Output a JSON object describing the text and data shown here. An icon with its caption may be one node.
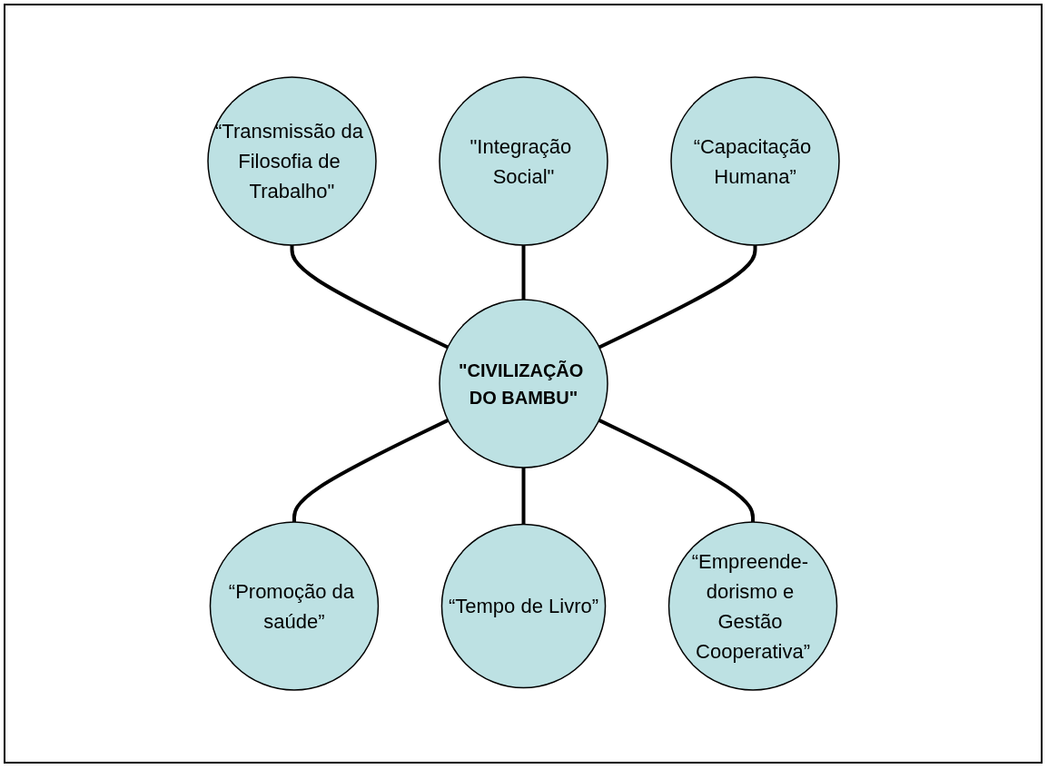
{
  "diagram": {
    "nodes": [
      {
        "text": [
          "“Transmissão da Filosofia de Trabalho\""
        ]
      },
      {
        "text": [
          "\"Integração Social\""
        ]
      },
      {
        "text": [
          "“Capacitação Humana”"
        ]
      },
      {
        "text": [
          "\"CIVILIZAÇÃO DO BAMBU\""
        ]
      },
      {
        "text": [
          "“Promoção da saúde”"
        ]
      },
      {
        "text": [
          "“Tempo de Livro”"
        ]
      },
      {
        "text": [
          "“Empreende- dorismo e Gestão Cooperativa”"
        ]
      }
    ],
    "edges": [
      {
        "from": 0,
        "to": 3,
        "arrow": "none"
      },
      {
        "from": 1,
        "to": 3,
        "arrow": "none"
      },
      {
        "from": 2,
        "to": 3,
        "arrow": "none"
      },
      {
        "from": 3,
        "to": 4,
        "arrow": "none"
      },
      {
        "from": 3,
        "to": 5,
        "arrow": "none"
      },
      {
        "from": 3,
        "to": 6,
        "arrow": "none"
      }
    ]
  }
}
